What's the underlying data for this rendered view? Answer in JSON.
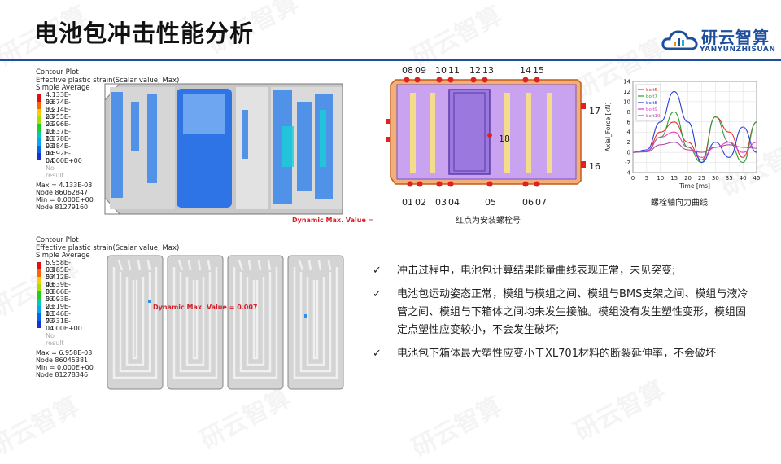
{
  "header": {
    "title": "电池包冲击性能分析",
    "logo_text": "研云智算",
    "logo_sub": "YANYUNZHISUAN",
    "watermark": "研云智算"
  },
  "colors": {
    "brand": "#1e4f9c",
    "accent_red": "#d8202a"
  },
  "plot1": {
    "header": [
      "Contour Plot",
      "Effective plastic strain(Scalar value, Max)",
      "Simple Average"
    ],
    "levels": [
      "4.133E-03",
      "3.674E-03",
      "3.214E-03",
      "2.755E-03",
      "2.296E-03",
      "1.837E-03",
      "1.378E-03",
      "9.184E-04",
      "4.592E-04",
      "0.000E+00"
    ],
    "no_result": "No result",
    "stats": [
      "Max = 4.133E-03",
      "Node 86062847",
      "Min = 0.000E+00",
      "Node 81279160"
    ],
    "dynamic_label": "Dynamic Max. Value ="
  },
  "plot2": {
    "header": [
      "Contour Plot",
      "Effective plastic strain(Scalar value, Max)",
      "Simple Average"
    ],
    "levels": [
      "6.958E-03",
      "6.185E-03",
      "5.412E-03",
      "4.639E-03",
      "3.866E-03",
      "3.093E-03",
      "2.319E-03",
      "1.546E-03",
      "7.731E-04",
      "0.000E+00"
    ],
    "no_result": "No result",
    "stats": [
      "Max = 6.958E-03",
      "Node 86045381",
      "Min = 0.000E+00",
      "Node 81278346"
    ],
    "dynamic_label": "Dynamic Max. Value =  0.007"
  },
  "bolts": {
    "top": [
      "08",
      "09",
      "10",
      "11",
      "12",
      "13",
      "14",
      "15"
    ],
    "bottom": [
      "01",
      "02",
      "03",
      "04",
      "05",
      "06",
      "07"
    ],
    "center": "18",
    "right_top": "17",
    "right_bottom": "16",
    "caption": "红点为安装螺栓号"
  },
  "chart_data": {
    "type": "line",
    "title": "",
    "xlabel": "Time [ms]",
    "ylabel": "Axial_Force [kN]",
    "xlim": [
      0,
      45
    ],
    "ylim": [
      -4,
      14
    ],
    "xticks": [
      0,
      5,
      10,
      15,
      20,
      25,
      30,
      35,
      40,
      45
    ],
    "yticks": [
      -4,
      -2,
      0,
      2,
      4,
      6,
      8,
      10,
      12,
      14
    ],
    "series": [
      {
        "name": "bolt5",
        "color": "#e3342f",
        "x": [
          0,
          5,
          10,
          15,
          20,
          25,
          30,
          35,
          40,
          45
        ],
        "y": [
          0,
          0.2,
          4,
          6,
          2,
          -1.5,
          7,
          4,
          -1,
          6
        ]
      },
      {
        "name": "bolt7",
        "color": "#2a9d3a",
        "x": [
          0,
          5,
          10,
          15,
          20,
          25,
          30,
          35,
          40,
          45
        ],
        "y": [
          0,
          0.2,
          3,
          8,
          1,
          -2,
          7,
          2,
          -2,
          6
        ]
      },
      {
        "name": "bolt8",
        "color": "#2b3fd6",
        "x": [
          0,
          5,
          10,
          15,
          20,
          25,
          30,
          35,
          40,
          45
        ],
        "y": [
          0,
          0.5,
          6,
          12,
          6,
          -2,
          2,
          -1,
          5,
          0
        ]
      },
      {
        "name": "bolt9",
        "color": "#e040c8",
        "x": [
          0,
          5,
          10,
          15,
          20,
          25,
          30,
          35,
          40,
          45
        ],
        "y": [
          0,
          0.3,
          3,
          4,
          1,
          -1,
          1,
          2,
          0,
          2
        ]
      },
      {
        "name": "bolt10",
        "color": "#b04aa8",
        "x": [
          0,
          5,
          10,
          15,
          20,
          25,
          30,
          35,
          40,
          45
        ],
        "y": [
          0,
          0.1,
          1.5,
          2,
          0.5,
          0,
          1,
          1.5,
          1,
          0.8
        ]
      }
    ],
    "legend": "top-left",
    "grid": true
  },
  "chart_caption": "螺栓轴向力曲线",
  "bullets": [
    "冲击过程中，电池包计算结果能量曲线表现正常，未见突变;",
    "电池包运动姿态正常，模组与模组之间、模组与BMS支架之间、模组与液冷管之间、模组与下箱体之间均未发生接触。模组没有发生塑性变形，模组固定点塑性应变较小，不会发生破坏;",
    "电池包下箱体最大塑性应变小于XL701材料的断裂延伸率，不会破坏"
  ],
  "check_glyph": "✓"
}
